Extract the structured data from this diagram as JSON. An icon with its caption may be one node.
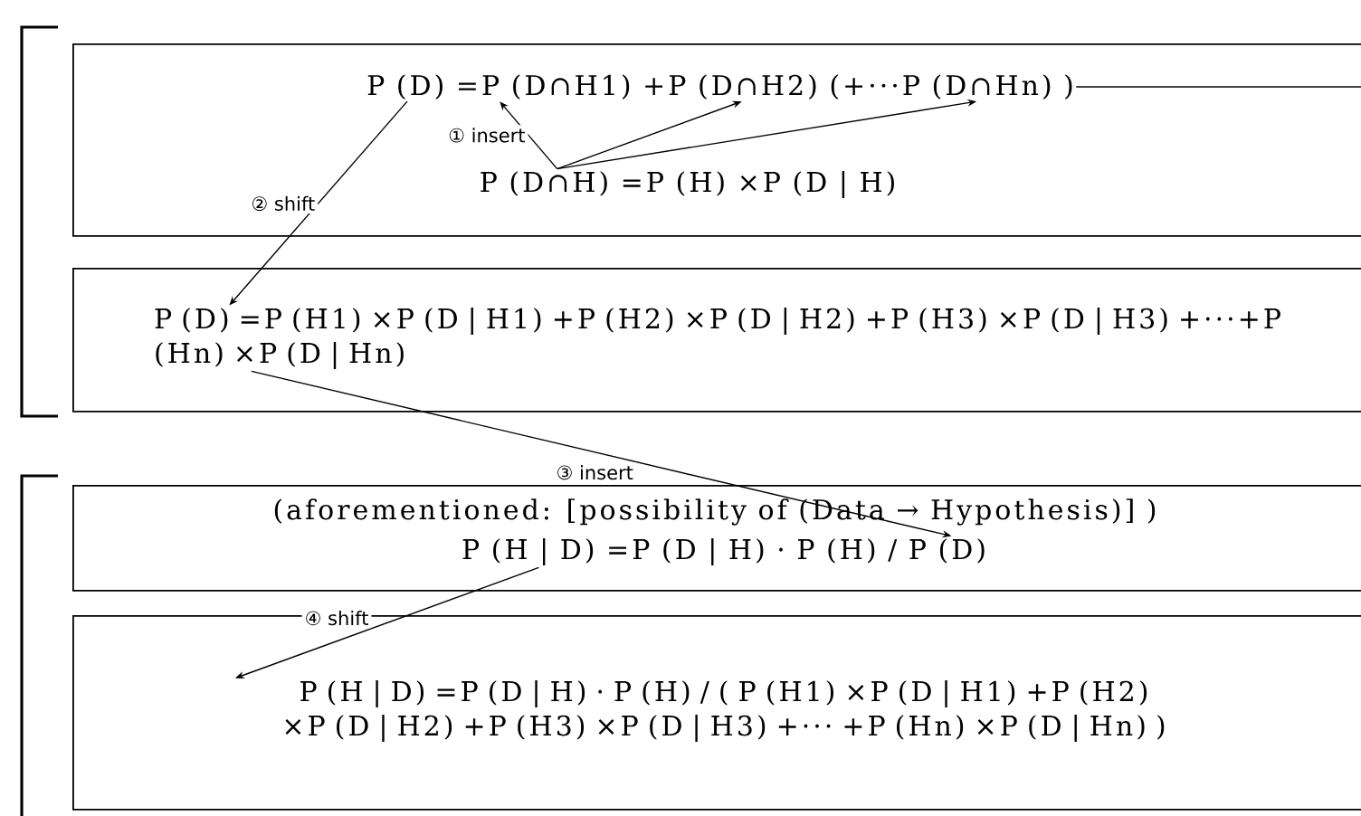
{
  "diagram": {
    "nodes": [
      {
        "text": [],
        "shape": "box"
      },
      {
        "text": [
          "P (D) =P (D∩H1) +P (D∩H2) (+···P (D∩Hn) )"
        ],
        "in": 0
      },
      {
        "text": [
          "P (D∩H) =P (H) ×P (D | H)"
        ],
        "in": 0
      },
      {
        "text": [],
        "shape": "box"
      },
      {
        "text": [
          "P (D) =P (H1) ×P (D | H1) +P (H2) ×P (D | H2) +P (H3) ×P (D | H3) +···+P (Hn) ×P (D | Hn)"
        ],
        "in": 3
      },
      {
        "text": [],
        "shape": "box"
      },
      {
        "text": [
          "(aforementioned: [possibility of (Data → Hypothesis)] )"
        ],
        "in": 5
      },
      {
        "text": [
          "P (H | D) =P (D | H) · P (H) / P (D)"
        ],
        "in": 5
      },
      {
        "text": [],
        "shape": "box"
      },
      {
        "text": [
          "P (H | D) =P (D | H) · P (H) / ( P (H1) ×P (D | H1) +P (H2) ×P (D | H2) +P (H3) ×P (D | H3) +··· +P (Hn) ×P (D | Hn) )"
        ],
        "in": 8
      }
    ],
    "edges": [
      {
        "from": 2,
        "to": 1,
        "arrow": "to",
        "label": "① insert"
      },
      {
        "from": 2,
        "to": 1,
        "arrow": "to"
      },
      {
        "from": 2,
        "to": 1,
        "arrow": "to"
      },
      {
        "from": 1,
        "to": 4,
        "arrow": "to",
        "label": "② shift"
      },
      {
        "from": 4,
        "to": 7,
        "arrow": "to",
        "label": "③ insert"
      },
      {
        "from": 7,
        "to": 9,
        "arrow": "to",
        "label": "④ shift"
      },
      {
        "from": 1,
        "to": null,
        "arrow": "none"
      }
    ]
  }
}
